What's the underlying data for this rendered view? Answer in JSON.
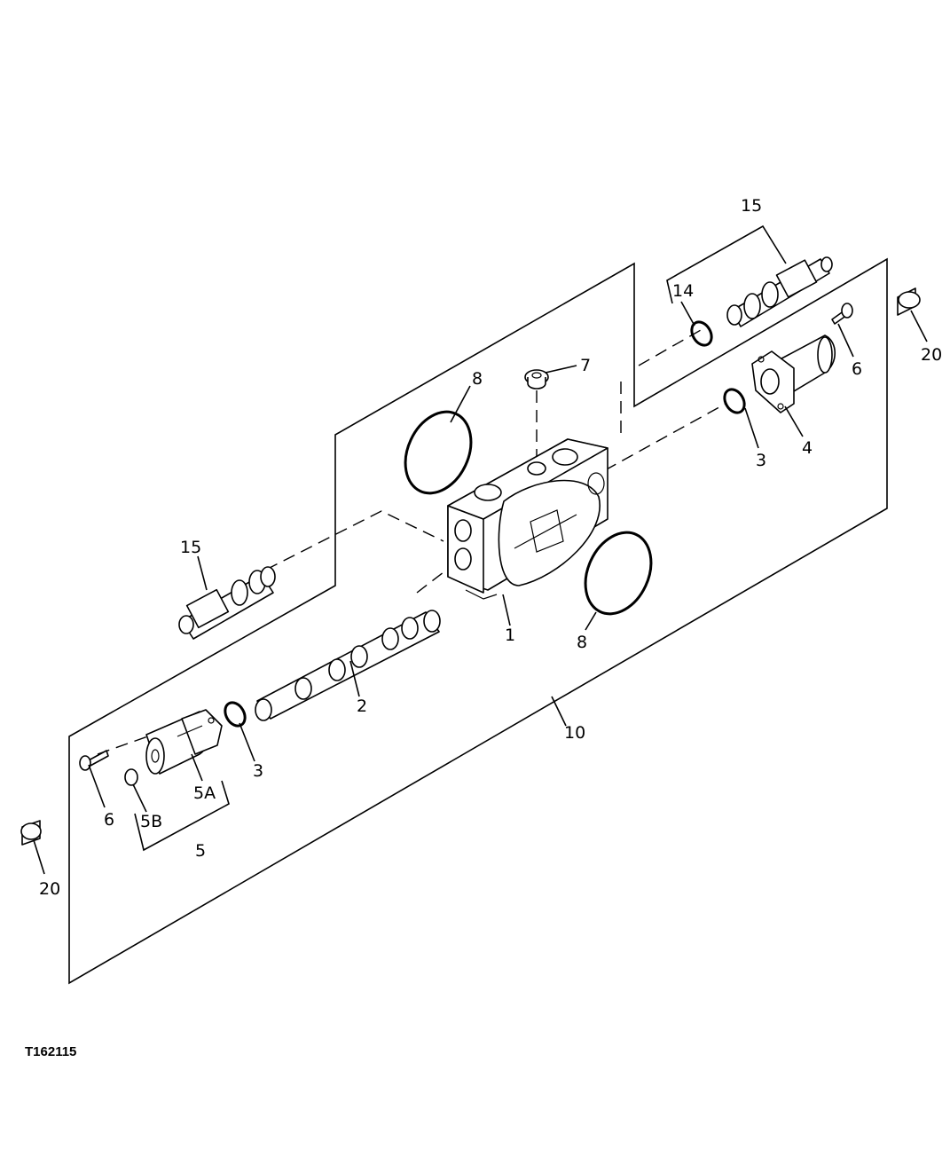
{
  "figure_id": "T162115",
  "callouts": {
    "c1": "1",
    "c2": "2",
    "c3a": "3",
    "c3b": "3",
    "c4": "4",
    "c5": "5",
    "c5a": "5A",
    "c5b": "5B",
    "c6a": "6",
    "c6b": "6",
    "c7": "7",
    "c8a": "8",
    "c8b": "8",
    "c10": "10",
    "c14": "14",
    "c15a": "15",
    "c15b": "15",
    "c20a": "20",
    "c20b": "20"
  }
}
